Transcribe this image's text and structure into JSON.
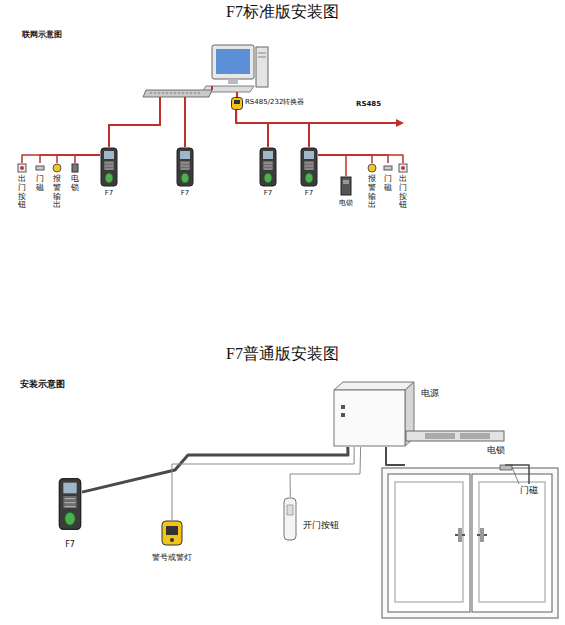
{
  "diagram": {
    "title": "F7标准版安装图",
    "nodes": [
      {
        "text": [
          "RS485/232转换器"
        ]
      },
      {
        "text": [
          "F7"
        ]
      },
      {
        "text": [
          "F7"
        ]
      },
      {
        "text": [
          "F7"
        ]
      },
      {
        "text": [
          "F7"
        ]
      },
      {
        "text": [
          "出门按钮"
        ]
      },
      {
        "text": [
          "门磁"
        ]
      },
      {
        "text": [
          "报警输出"
        ]
      },
      {
        "text": [
          "电锁"
        ]
      },
      {
        "text": [
          "电锁"
        ]
      },
      {
        "text": [
          "报警输出"
        ]
      },
      {
        "text": [
          "门磁"
        ]
      },
      {
        "text": [
          "出门按钮"
        ]
      },
      {
        "text": [
          "电源"
        ]
      },
      {
        "text": [
          "F7"
        ]
      },
      {
        "text": [
          "警号或警灯"
        ]
      },
      {
        "text": [
          "开门按钮"
        ]
      },
      {
        "text": [
          "电锁"
        ]
      },
      {
        "text": [
          "门磁"
        ]
      }
    ],
    "edges": [
      {
        "from": 0,
        "to": 3,
        "arrow": "none"
      },
      {
        "from": 0,
        "to": 4,
        "arrow": "none"
      },
      {
        "from": 1,
        "to": 5,
        "arrow": "none"
      },
      {
        "from": 1,
        "to": 6,
        "arrow": "none"
      },
      {
        "from": 1,
        "to": 7,
        "arrow": "none"
      },
      {
        "from": 1,
        "to": 8,
        "arrow": "none"
      },
      {
        "from": 4,
        "to": 9,
        "arrow": "none"
      },
      {
        "from": 4,
        "to": 10,
        "arrow": "none"
      },
      {
        "from": 4,
        "to": 11,
        "arrow": "none"
      },
      {
        "from": 4,
        "to": 12,
        "arrow": "none"
      },
      {
        "from": 14,
        "to": 13,
        "arrow": "none"
      },
      {
        "from": 15,
        "to": 13,
        "arrow": "none"
      },
      {
        "from": 16,
        "to": 13,
        "arrow": "none"
      },
      {
        "from": 13,
        "to": 17,
        "arrow": "none"
      },
      {
        "from": 17,
        "to": 18,
        "arrow": "none"
      }
    ],
    "labels": [
      "联网示意图",
      "RS485",
      "F7普通版安装图",
      "安装示意图"
    ]
  }
}
